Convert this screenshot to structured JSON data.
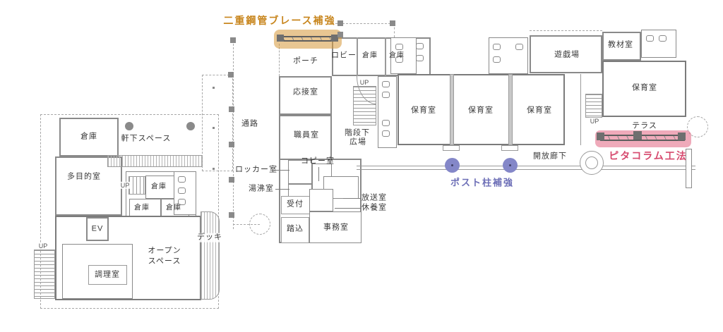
{
  "annotations": {
    "brace_label": "二重鋼管ブレース補強",
    "post_label": "ポスト柱補強",
    "pita_label": "ピタコラム工法"
  },
  "colors": {
    "brace": "#C8861E",
    "post": "#6D6FB7",
    "pita": "#D6496E",
    "wall": "#8A8A8A"
  },
  "rooms": {
    "souko_nw": "倉庫",
    "nokishita": "軒下スペース",
    "tamokuteki": "多目的室",
    "souko_mid": "倉庫",
    "souko_b1": "倉庫",
    "souko_b2": "倉庫",
    "ev": "EV",
    "chouri": "調理室",
    "open1": "オープン",
    "open2": "スペース",
    "deck": "デッキ",
    "porch": "ポーチ",
    "lobby": "ロビー",
    "souko_m1": "倉庫",
    "souko_m2": "倉庫",
    "ousetsu": "応接室",
    "tsuuro": "通路",
    "shokuin": "職員室",
    "kaidan1": "階段下",
    "kaidan2": "広場",
    "locker": "ロッカー室",
    "copy": "コピー室",
    "yuwakashi": "湯沸室",
    "uketsuke": "受付",
    "fumikomi": "踏込",
    "jimu": "事務室",
    "housou": "放送室",
    "kyuuyou": "休養室",
    "hoiku1": "保育室",
    "hoiku2": "保育室",
    "hoiku3": "保育室",
    "kaihou": "開放廊下",
    "yuugi": "遊戯場",
    "kyouzai": "教材室",
    "hoiku4": "保育室",
    "terrace": "テラス"
  },
  "stairs": {
    "up_annex": "UP",
    "up_ext": "UP",
    "up_mid": "UP",
    "up_east": "UP"
  }
}
